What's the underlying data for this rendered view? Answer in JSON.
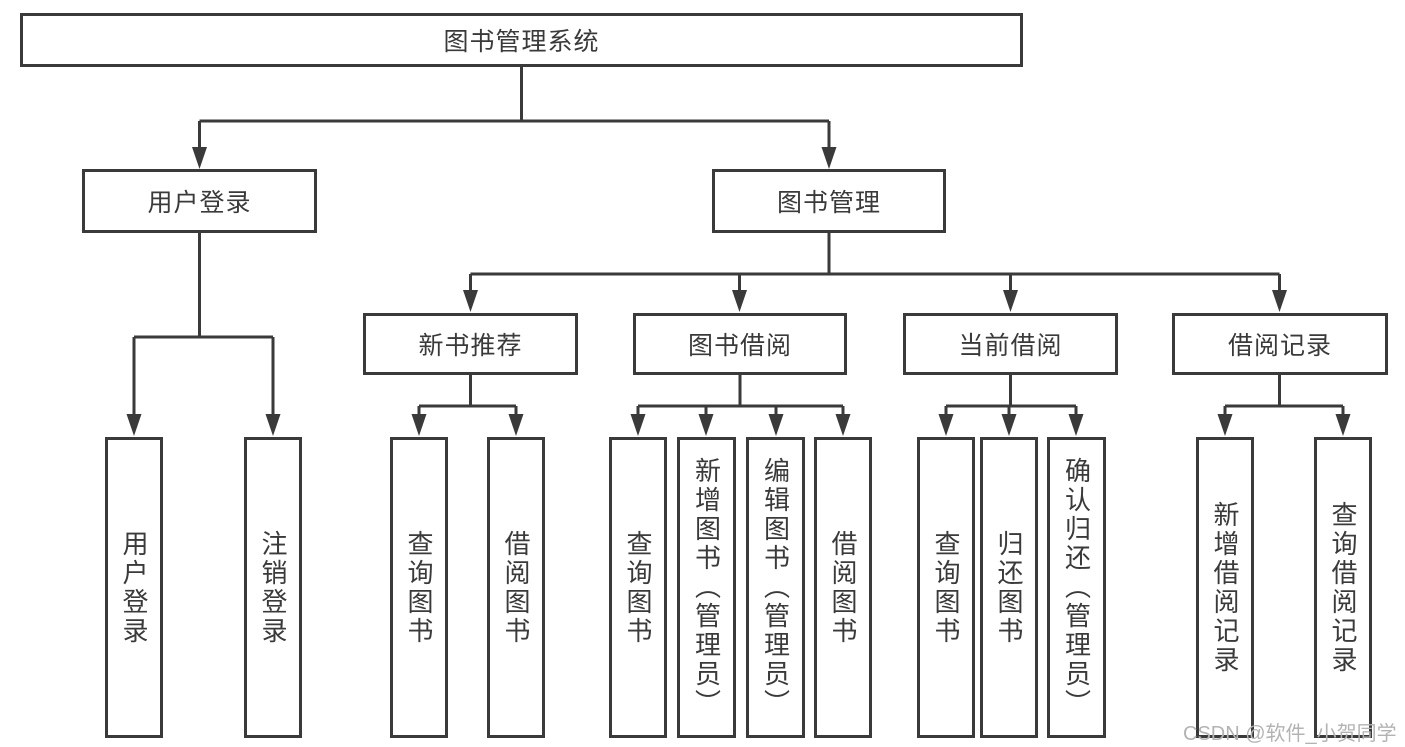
{
  "diagram": {
    "title": "图书管理系统",
    "branches": [
      {
        "label": "用户登录",
        "children": [
          "用户登录",
          "注销登录"
        ]
      },
      {
        "label": "图书管理",
        "children": [
          {
            "label": "新书推荐",
            "children": [
              "查询图书",
              "借阅图书"
            ]
          },
          {
            "label": "图书借阅",
            "children": [
              "查询图书",
              "新增图书（管理员）",
              "编辑图书（管理员）",
              "借阅图书"
            ]
          },
          {
            "label": "当前借阅",
            "children": [
              "查询图书",
              "归还图书",
              "确认归还（管理员）"
            ]
          },
          {
            "label": "借阅记录",
            "children": [
              "新增借阅记录",
              "查询借阅记录"
            ]
          }
        ]
      }
    ],
    "colors": {
      "line": "#3a3a3a",
      "text": "#3a3a3a",
      "box_background": "#ffffff",
      "watermark": "#b3b3b3"
    }
  },
  "watermark": "CSDN @软件_小贺同学"
}
